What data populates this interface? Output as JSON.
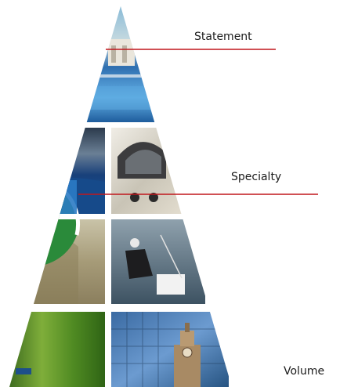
{
  "tiers": [
    {
      "id": "statement",
      "label": "Statement"
    },
    {
      "id": "specialty",
      "label": "Specialty"
    },
    {
      "id": "volume",
      "label": "Volume"
    }
  ],
  "colors": {
    "leader_line": "#c0171c",
    "label_text": "#1a1a1a",
    "background": "#ffffff"
  },
  "photos": {
    "top": "pool-terrace-photo",
    "middle_left_upper": "ocean-coast-photo",
    "middle_right_upper": "helmet-closeup-photo",
    "middle_left_lower": "dune-grass-photo",
    "middle_right_lower": "sailor-dinghy-photo",
    "bottom_left": "green-grass-photo",
    "bottom_right": "clock-tower-glass-building-photo"
  }
}
